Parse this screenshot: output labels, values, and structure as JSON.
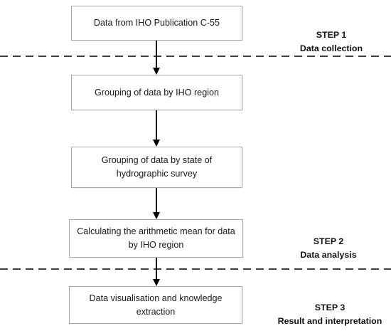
{
  "boxes": {
    "box1": "Data from IHO Publication C-55",
    "box2": "Grouping of data by IHO region",
    "box3": "Grouping of data by state of hydrographic survey",
    "box4": "Calculating the arithmetic mean for data by IHO region",
    "box5": "Data visualisation and knowledge extraction"
  },
  "steps": {
    "step1": {
      "title": "STEP 1",
      "subtitle": "Data collection"
    },
    "step2": {
      "title": "STEP 2",
      "subtitle": "Data analysis"
    },
    "step3": {
      "title": "STEP 3",
      "subtitle": "Result and interpretation"
    }
  },
  "colors": {
    "box_border": "#a9a9a9",
    "line": "#000000",
    "text": "#1a1a1a"
  }
}
